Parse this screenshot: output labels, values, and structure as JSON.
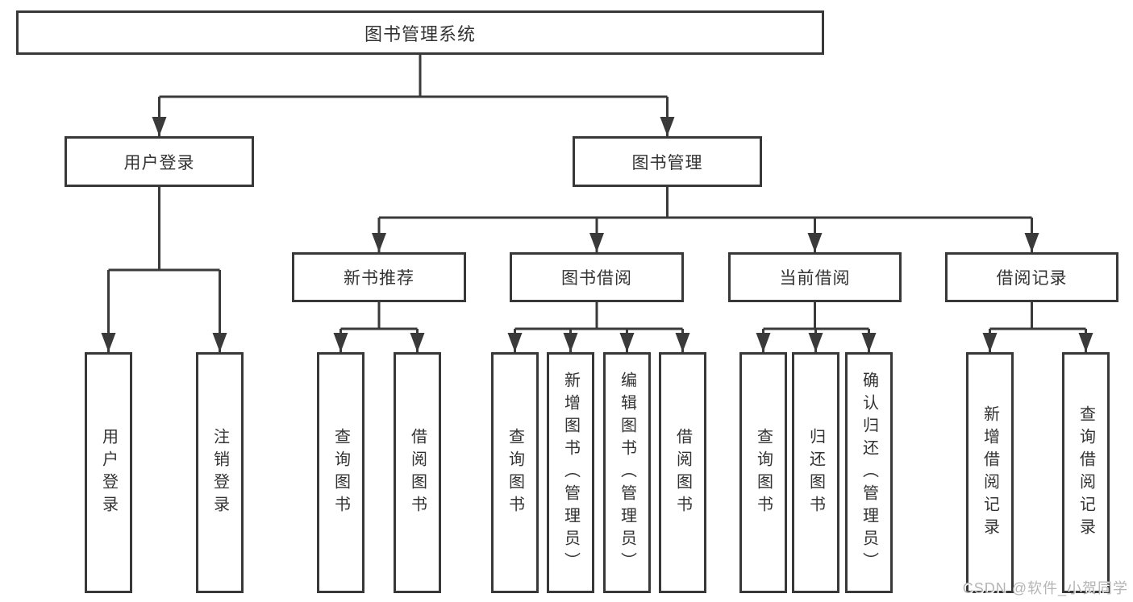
{
  "diagram": {
    "root": "图书管理系统",
    "branches": [
      {
        "label": "用户登录",
        "leaves": [
          "用户登录",
          "注销登录"
        ]
      },
      {
        "label": "图书管理",
        "children": [
          {
            "label": "新书推荐",
            "leaves": [
              "查询图书",
              "借阅图书"
            ]
          },
          {
            "label": "图书借阅",
            "leaves": [
              "查询图书",
              "新增图书（管理员）",
              "编辑图书（管理员）",
              "借阅图书"
            ]
          },
          {
            "label": "当前借阅",
            "leaves": [
              "查询图书",
              "归还图书",
              "确认归还（管理员）"
            ]
          },
          {
            "label": "借阅记录",
            "leaves": [
              "新增借阅记录",
              "查询借阅记录"
            ]
          }
        ]
      }
    ]
  },
  "watermark": "CSDN @软件_小贺同学",
  "colors": {
    "line": "#3a3a3a",
    "box_border": "#383838",
    "box_bg": "#ffffff",
    "text": "#333333",
    "watermark": "#b5b5b5",
    "background": "#ffffff"
  }
}
